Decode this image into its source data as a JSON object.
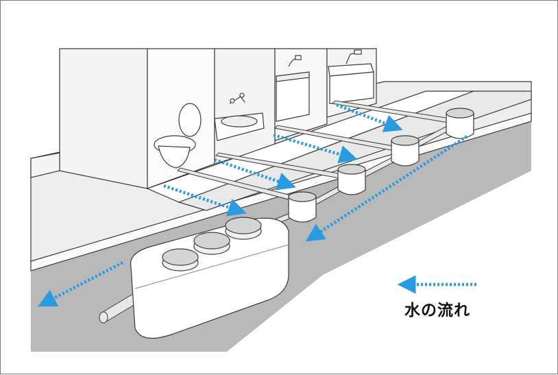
{
  "legend": {
    "label": "水の流れ",
    "arrow_icon": "dotted-left-arrow-icon"
  },
  "colors": {
    "flow": "#2a9be0",
    "ground": "#b9b9b9",
    "road": "#9a9a9a",
    "wall": "#fafafa",
    "stroke": "#3a3a3a",
    "shadow": "#d8d8d8"
  },
  "scene": {
    "fixtures": [
      "toilet",
      "bathtub",
      "washing-machine",
      "wash-basin"
    ],
    "collection_boxes": 4,
    "septic_tank_lids": 3
  }
}
